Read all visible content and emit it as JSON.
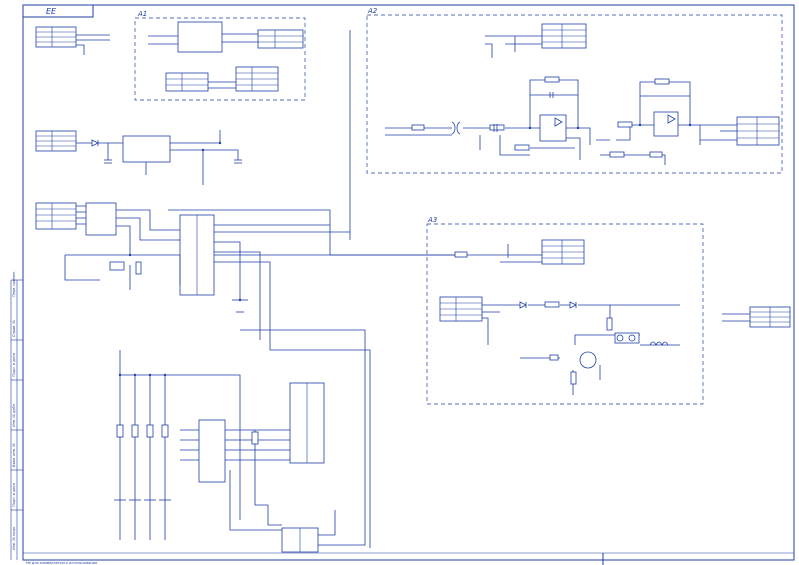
{
  "drawing": {
    "designation": "ЕЕ",
    "blocks": [
      {
        "id": "A1",
        "label": "A1"
      },
      {
        "id": "A2",
        "label": "A2"
      },
      {
        "id": "A3",
        "label": "A3"
      }
    ],
    "bottom_note": "Не для коммерческого использования",
    "side_stamps": [
      "Перв. примен.",
      "Справ. №",
      "Подп. и дата",
      "Инв. № дубл.",
      "Взам. инв. №",
      "Подп. и дата",
      "Инв. № подл."
    ]
  },
  "colors": {
    "line": "#1f3fa6",
    "background": "#ffffff"
  }
}
